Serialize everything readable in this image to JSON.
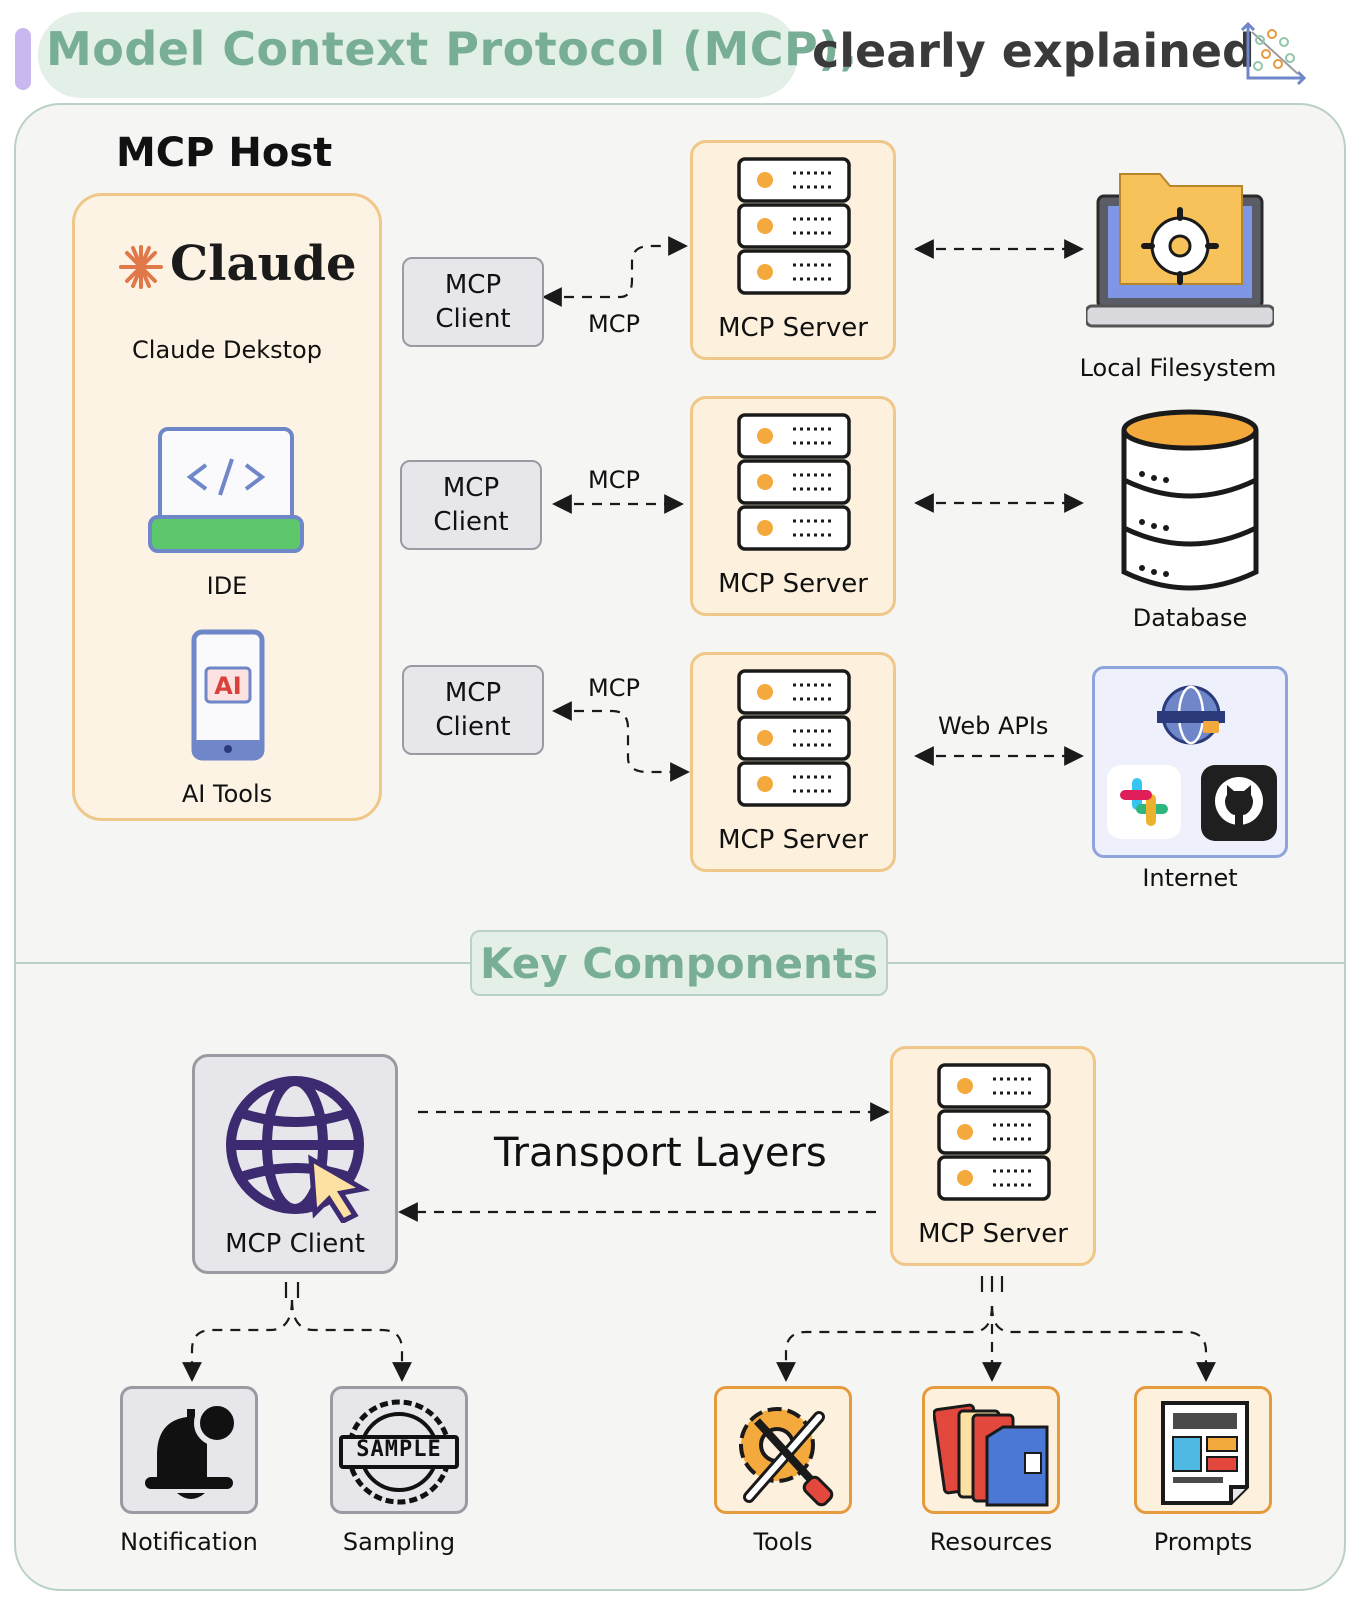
{
  "title": {
    "main": "Model Context Protocol (MCP),",
    "sub": "clearly explained"
  },
  "colors": {
    "accent_green": "#78ae96",
    "host_border": "#efc889",
    "server_fill": "#fdf1dd",
    "client_fill": "#e7e6ea",
    "frame_border": "#b9d2c3"
  },
  "host": {
    "title": "MCP Host",
    "claude_logo": "Claude",
    "items": [
      {
        "label": "Claude Dekstop",
        "icon": "claude-sparkle-icon"
      },
      {
        "label": "IDE",
        "icon": "code-laptop-icon"
      },
      {
        "label": "AI Tools",
        "icon": "ai-phone-icon",
        "badge": "AI"
      }
    ]
  },
  "rows": [
    {
      "client": [
        "MCP",
        "Client"
      ],
      "protocol": "MCP",
      "server": "MCP Server",
      "link_label": "",
      "target": "Local Filesystem",
      "target_icon": "laptop-folder-gear-icon"
    },
    {
      "client": [
        "MCP",
        "Client"
      ],
      "protocol": "MCP",
      "server": "MCP Server",
      "link_label": "",
      "target": "Database",
      "target_icon": "database-icon"
    },
    {
      "client": [
        "MCP",
        "Client"
      ],
      "protocol": "MCP",
      "server": "MCP Server",
      "link_label": "Web APIs",
      "target": "Internet",
      "target_icon": "globe-slack-github-icons"
    }
  ],
  "key_components": {
    "title": "Key Components",
    "client_label": "MCP Client",
    "server_label": "MCP Server",
    "transport": "Transport Layers",
    "client_features": [
      {
        "label": "Notification",
        "icon": "bell-icon"
      },
      {
        "label": "Sampling",
        "icon": "sample-stamp-icon",
        "stamp_text": "SAMPLE"
      }
    ],
    "server_features": [
      {
        "label": "Tools",
        "icon": "gear-wrench-screwdriver-icon"
      },
      {
        "label": "Resources",
        "icon": "folders-icon"
      },
      {
        "label": "Prompts",
        "icon": "prompt-document-icon"
      }
    ]
  }
}
